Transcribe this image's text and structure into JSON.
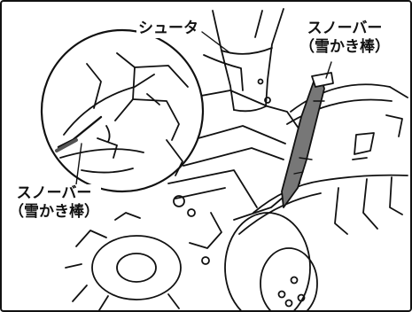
{
  "labels": {
    "chute": "シュータ",
    "snow_bar_top_line1": "スノーバー",
    "snow_bar_top_line2": "（雪かき棒）",
    "snow_bar_left_line1": "スノーバー",
    "snow_bar_left_line2": "（雪かき棒）"
  },
  "colors": {
    "line": "#111111",
    "tool_fill": "#777777",
    "background": "#ffffff"
  }
}
